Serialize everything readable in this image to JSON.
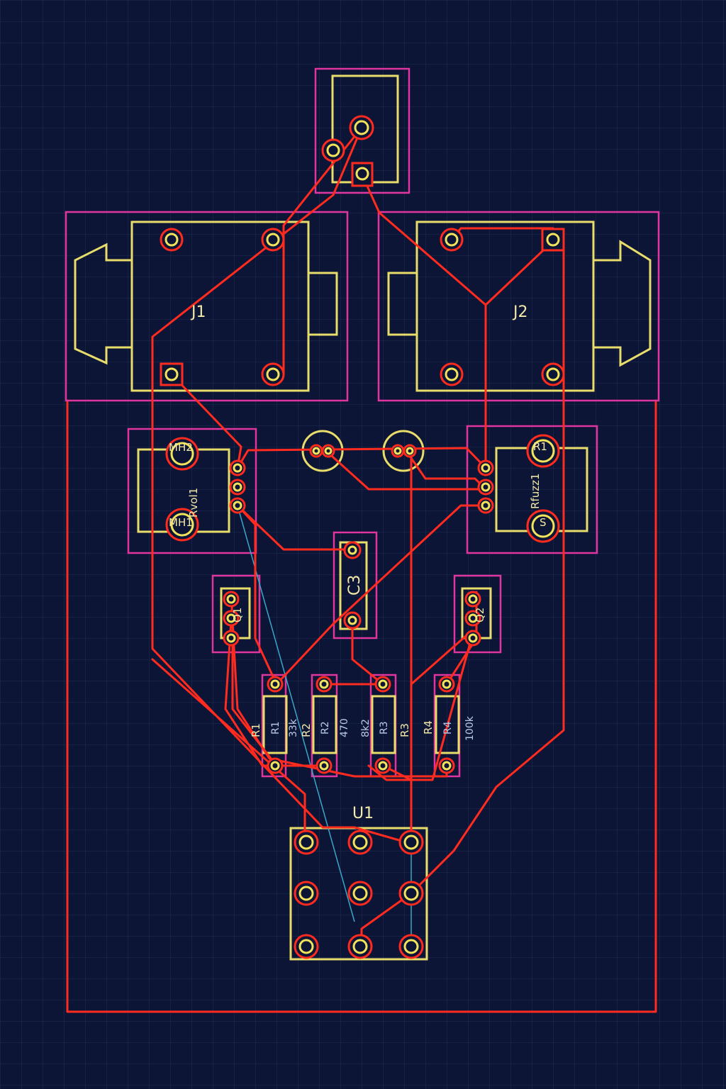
{
  "board": {
    "background": "#0c1535",
    "grid_color": "#1f2d57",
    "silkscreen_color": "#e8dc6a",
    "courtyard_color": "#e0349e",
    "copper_color": "#ff2b1f",
    "ratsnest_color": "#3aa6c8"
  },
  "labels": {
    "j1": "J1",
    "j2": "J2",
    "rvol": "Rvol1",
    "rfuzz": "Rfuzz1",
    "mh2": "MH2",
    "mh1": "MH1",
    "r1_mark": "R1",
    "s_mark": "S",
    "c3": "C3",
    "q1": "Q1",
    "q2": "Q2",
    "u1": "U1",
    "r1": "R1",
    "r1_body": "R1",
    "r1_value": "33k",
    "r2": "R2",
    "r2_body": "R2",
    "r2_value": "470",
    "r3": "R3",
    "r3_body": "R3",
    "r3_value": "8k2",
    "r4": "R4",
    "r4_body": "R4",
    "r4_value": "100k"
  }
}
